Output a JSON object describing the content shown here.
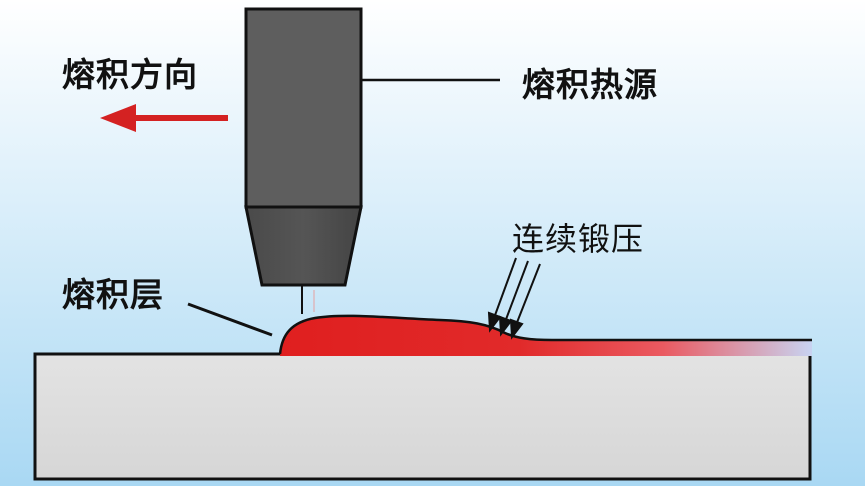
{
  "labels": {
    "deposition_direction": "熔积方向",
    "deposition_heat_source": "熔积热源",
    "deposited_layer": "熔积层",
    "continuous_forging": "连续锻压"
  },
  "colors": {
    "sky_top": "#ffffff",
    "sky_bottom": "#a9d8f3",
    "nozzle_body": "#5e5e5e",
    "nozzle_tip": "#4f4f4f",
    "substrate": "#dedede",
    "deposit": "#dd2727",
    "direction_arrow": "#d42222",
    "line": "#111111"
  }
}
